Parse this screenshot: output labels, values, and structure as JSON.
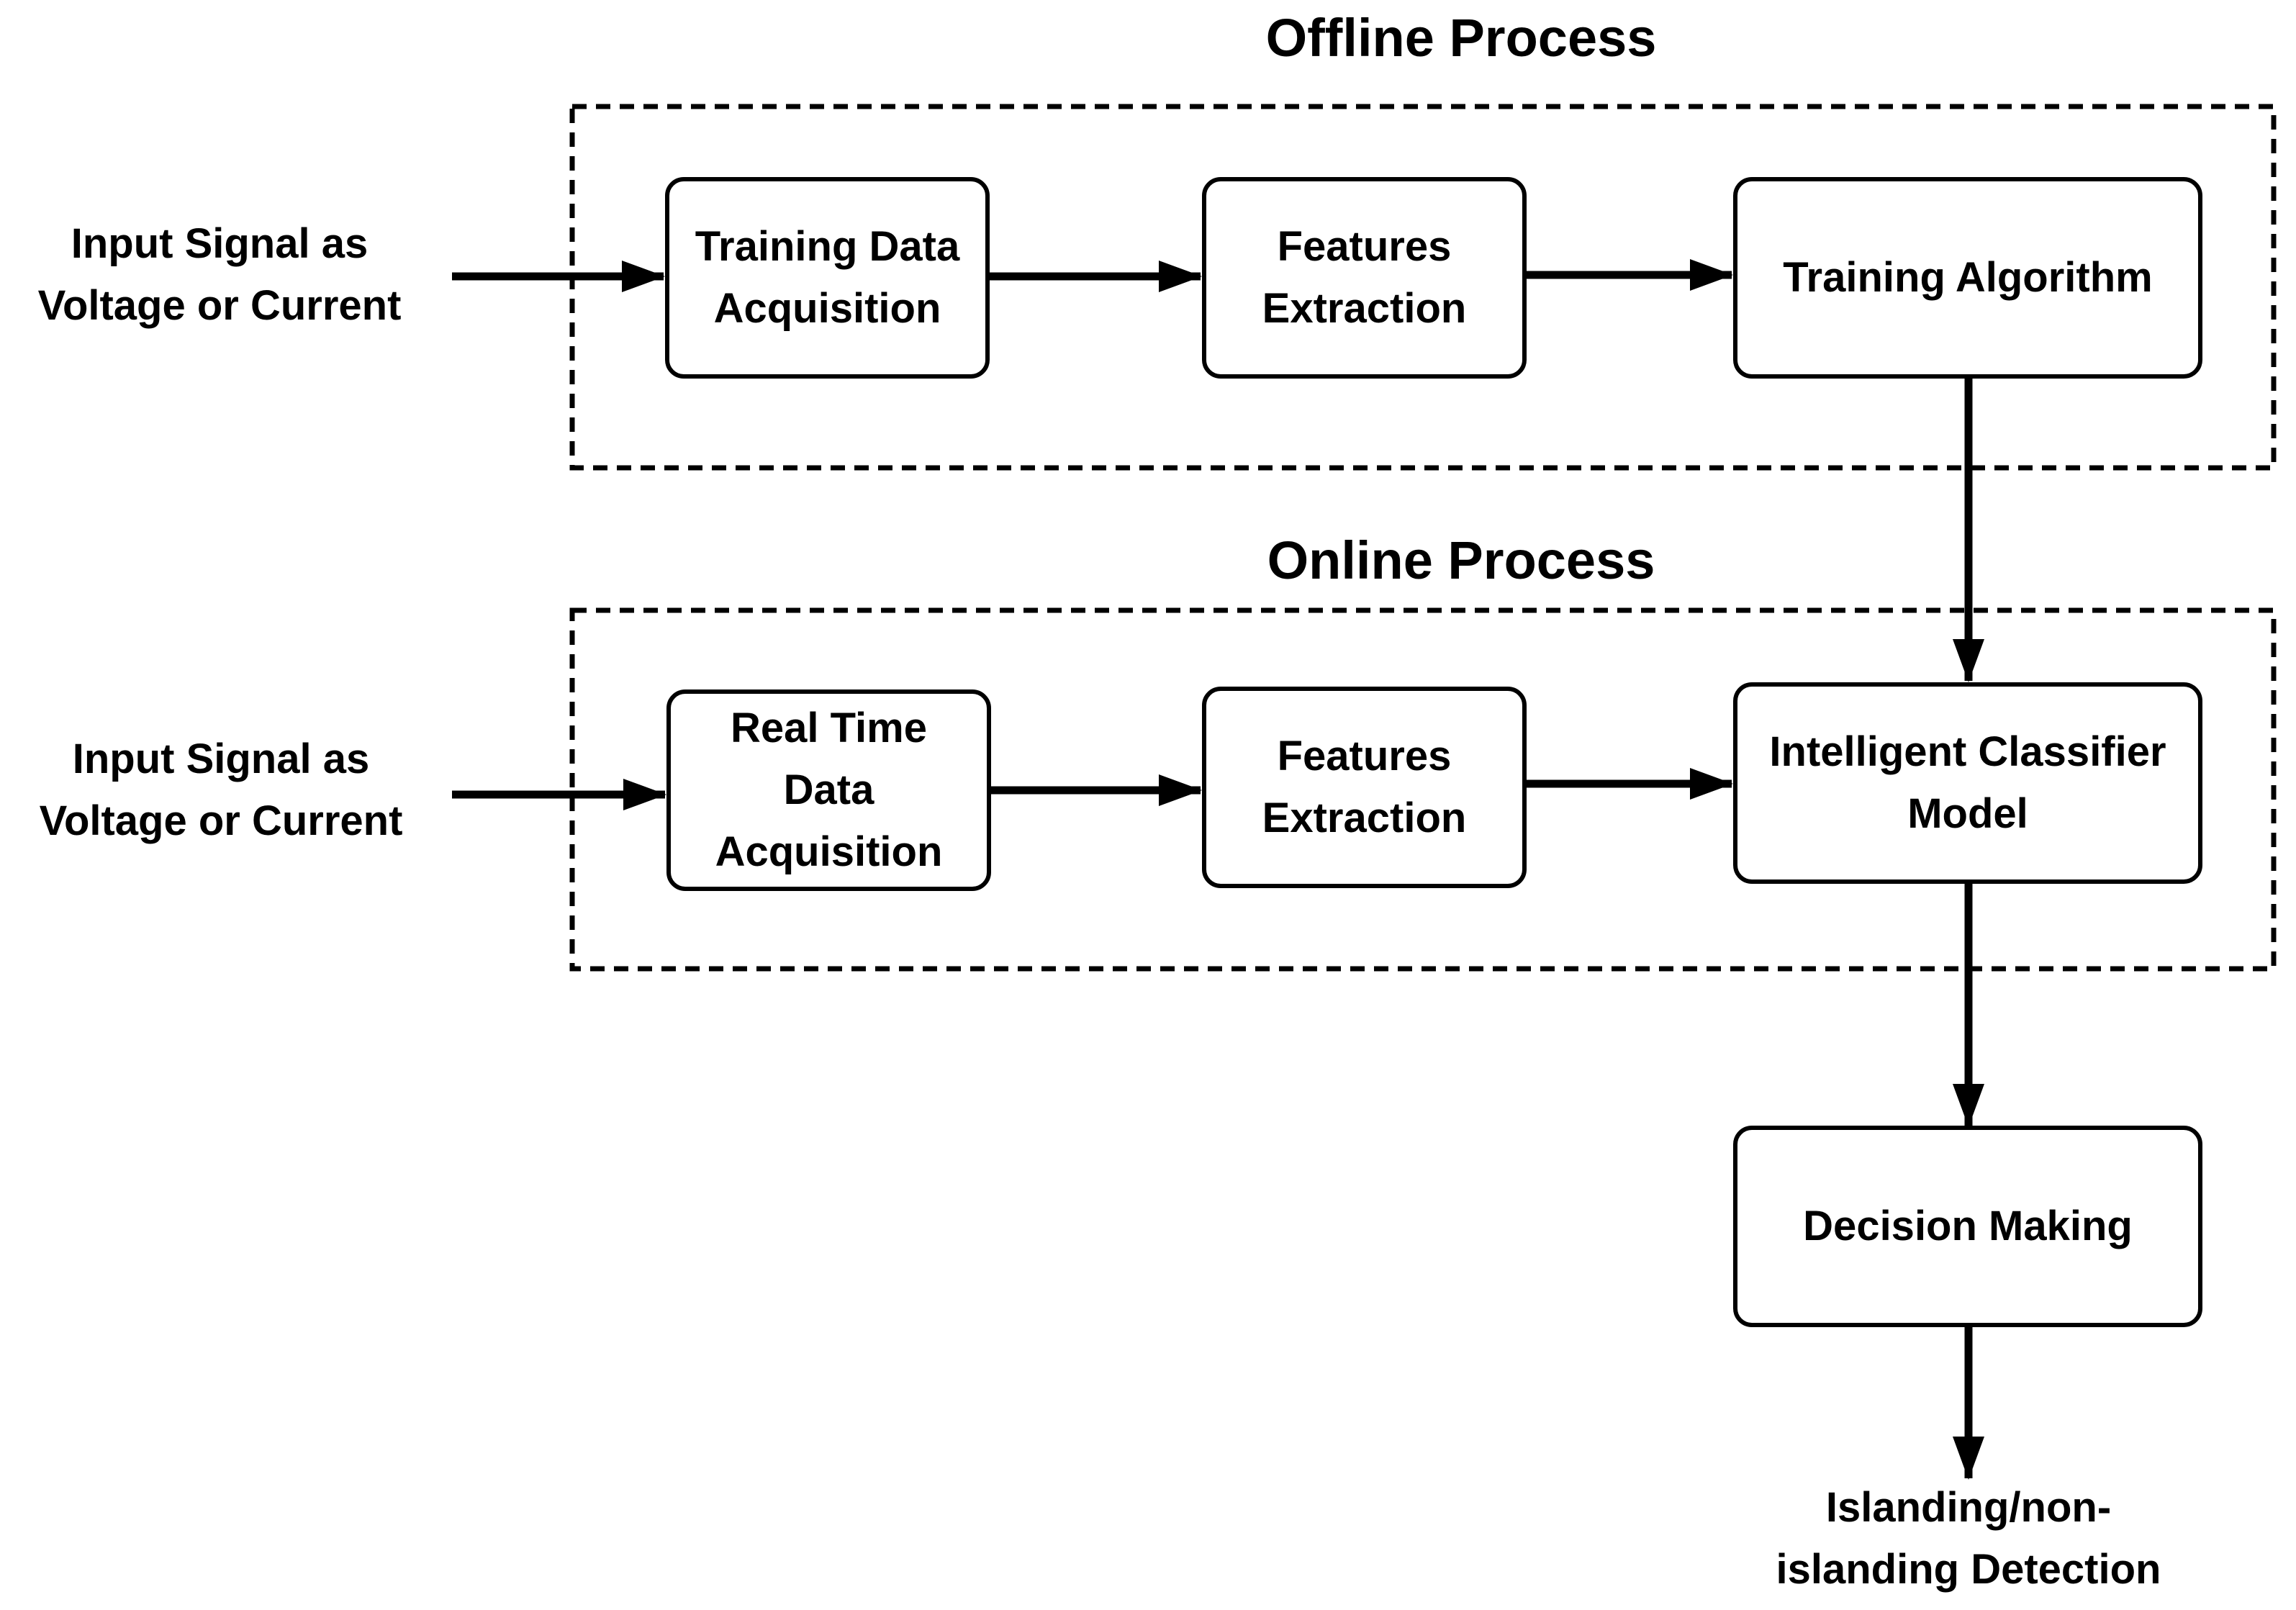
{
  "sections": {
    "offline": {
      "title": "Offline Process"
    },
    "online": {
      "title": "Online Process"
    }
  },
  "inputs": {
    "offline": "Input Signal as\nVoltage or Current",
    "online": "Input Signal as\nVoltage or Current"
  },
  "boxes": {
    "training_data_acquisition": "Training Data\nAcquisition",
    "offline_features_extraction": "Features\nExtraction",
    "training_algorithm": "Training Algorithm",
    "real_time_data_acquisition": "Real Time\nData\nAcquisition",
    "online_features_extraction": "Features\nExtraction",
    "intelligent_classifier_model": "Intelligent Classifier\nModel",
    "decision_making": "Decision Making"
  },
  "output": {
    "label": "Islanding/non-\nislanding Detection"
  }
}
